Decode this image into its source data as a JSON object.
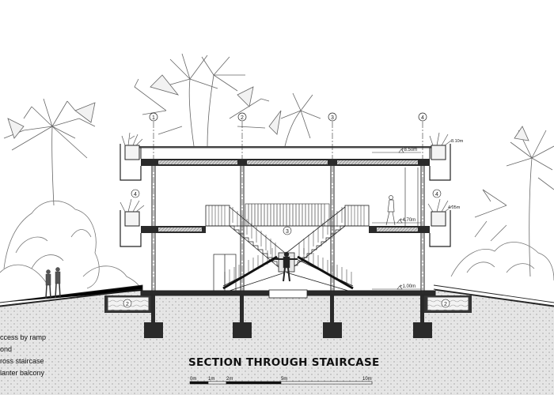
{
  "drawing": {
    "title": "SECTION THROUGH STAIRCASE",
    "grid_markers": [
      "1",
      "2",
      "3",
      "4"
    ],
    "level_labels": {
      "roof": "+8.50m",
      "first_floor": "+4.70m",
      "ground_floor": "+1.00m",
      "roof_balcony": "8.10m",
      "first_balcony": "4.05m"
    },
    "tags": {
      "balcony_left": "4",
      "balcony_right": "4",
      "staircase": "3",
      "pond_left": "2",
      "pond_right": "2"
    },
    "legend": [
      "ccess by ramp",
      "ond",
      "ross staircase",
      "lanter balcony"
    ],
    "scale_bar": {
      "labels": [
        "0m",
        "1m",
        "2m",
        "5m",
        "10m"
      ],
      "positions_m": [
        0,
        1,
        2,
        5,
        10
      ]
    },
    "colors": {
      "line": "#222222",
      "ground_hatch": "#cfcfcf",
      "concrete": "#2a2a2a",
      "vegetation": "#555555"
    }
  }
}
